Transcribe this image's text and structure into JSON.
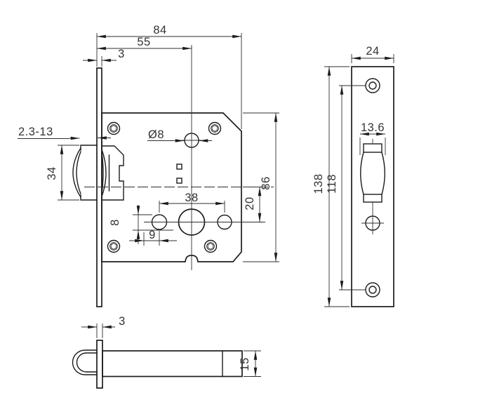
{
  "views": {
    "front": {
      "dims": {
        "overall_depth": "84",
        "backset": "55",
        "faceplate_thickness": "3",
        "adjustment_range": "2.3-13",
        "latch_case_height": "34",
        "top_hole": "Ø8",
        "hole_spacing": "38",
        "small_hole": "8",
        "small_hole_offset": "9",
        "body_height": "86",
        "center_to_hole": "20"
      }
    },
    "faceplate": {
      "dims": {
        "width": "24",
        "latch_width": "13.6",
        "plate_length": "138",
        "screw_spacing": "118"
      }
    },
    "bottom": {
      "dims": {
        "faceplate_thickness": "3",
        "case_thickness": "15"
      }
    }
  }
}
